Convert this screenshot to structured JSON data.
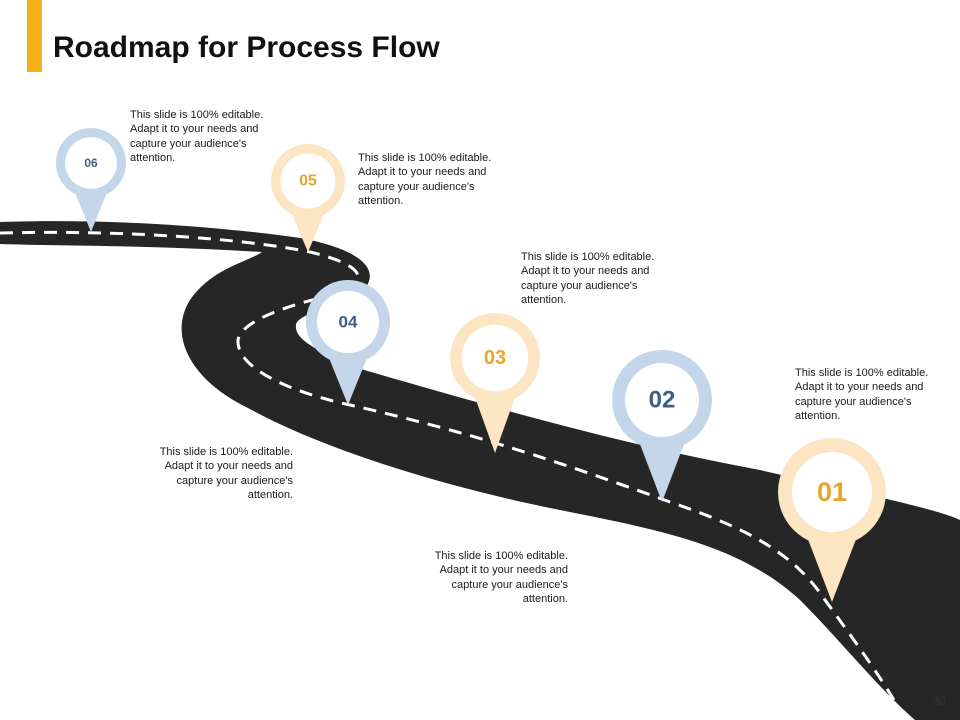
{
  "title": "Roadmap for Process Flow",
  "slide_number": "30",
  "colors": {
    "accent": "#f5b21b",
    "road": "#262626",
    "road_dash": "#ffffff",
    "pin_blue_outer": "#c3d6ea",
    "pin_blue_text": "#3b5f86",
    "pin_orange_outer": "#fbe5c3",
    "pin_orange_text": "#e8a52c"
  },
  "milestones": [
    {
      "label": "01",
      "theme": "orange",
      "text": "This slide is 100% editable. Adapt it to your needs and capture your audience's attention."
    },
    {
      "label": "02",
      "theme": "blue",
      "text": "This slide is 100% editable. Adapt it to your needs and capture your audience's attention."
    },
    {
      "label": "03",
      "theme": "orange",
      "text": "This slide is 100% editable. Adapt it to your needs and capture your audience's attention."
    },
    {
      "label": "04",
      "theme": "blue",
      "text": "This slide is 100% editable. Adapt it to your needs and capture your audience's attention."
    },
    {
      "label": "05",
      "theme": "orange",
      "text": "This slide is 100% editable. Adapt it to your needs and capture your audience's attention."
    },
    {
      "label": "06",
      "theme": "blue",
      "text": "This slide is 100% editable. Adapt it to your needs and capture your audience's attention."
    }
  ]
}
